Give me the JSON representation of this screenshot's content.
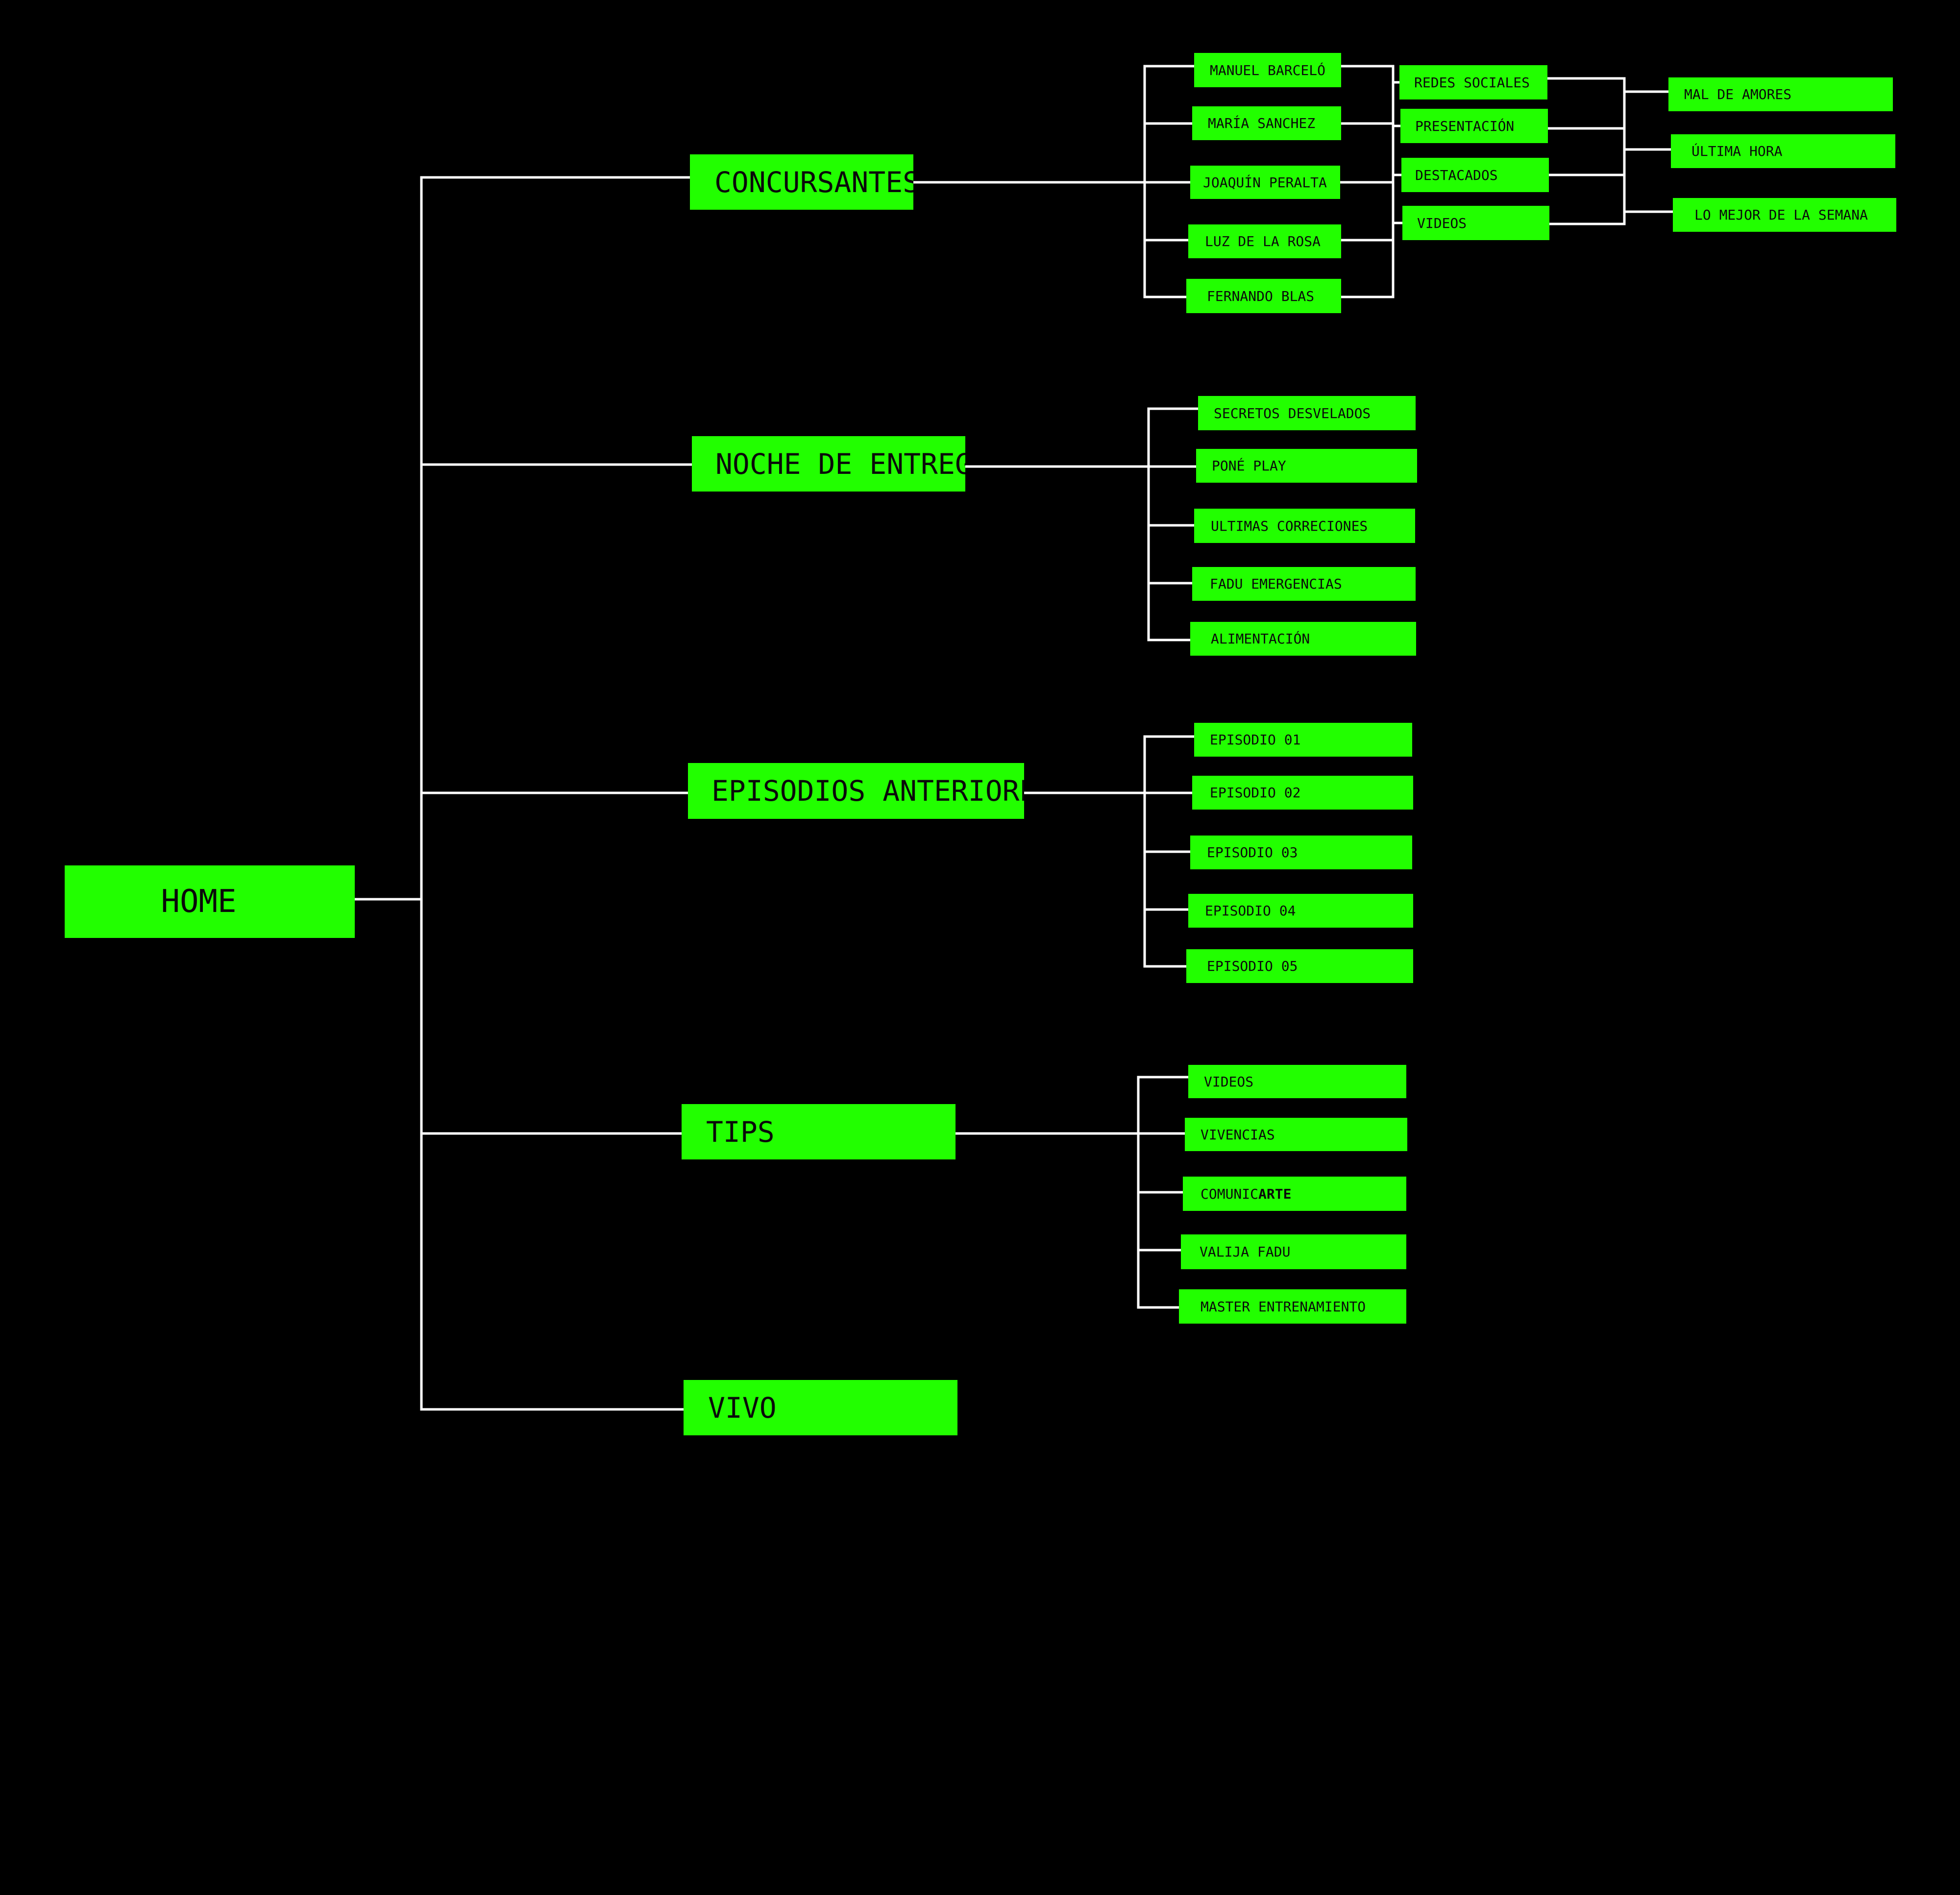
{
  "colors": {
    "background": "#000000",
    "node": "#22ff00",
    "line": "#ffffff",
    "text": "#0a0a0a"
  },
  "home": {
    "label": "HOME"
  },
  "sections": [
    {
      "label": "CONCURSANTES",
      "children": [
        "MANUEL BARCELÓ",
        "MARÍA SANCHEZ",
        "JOAQUÍN PERALTA",
        "LUZ DE LA ROSA",
        "FERNANDO BLAS"
      ],
      "subchildren": [
        "REDES SOCIALES",
        "PRESENTACIÓN",
        "DESTACADOS",
        "VIDEOS"
      ],
      "subsubchildren": [
        "MAL DE AMORES",
        "ÚLTIMA HORA",
        "LO MEJOR DE LA SEMANA"
      ]
    },
    {
      "label": "NOCHE DE ENTREGA",
      "children": [
        "SECRETOS DESVELADOS",
        "PONÉ PLAY",
        "ULTIMAS CORRECIONES",
        "FADU EMERGENCIAS",
        "ALIMENTACIÓN"
      ]
    },
    {
      "label": "EPISODIOS ANTERIORES",
      "children": [
        "EPISODIO 01",
        "EPISODIO 02",
        "EPISODIO 03",
        "EPISODIO 04",
        "EPISODIO 05"
      ]
    },
    {
      "label": "TIPS",
      "children": [
        "VIDEOS",
        "VIVENCIAS",
        "COMUNICARTE",
        "VALIJA FADU",
        "MASTER ENTRENAMIENTO"
      ]
    },
    {
      "label": "VIVO",
      "children": []
    }
  ]
}
